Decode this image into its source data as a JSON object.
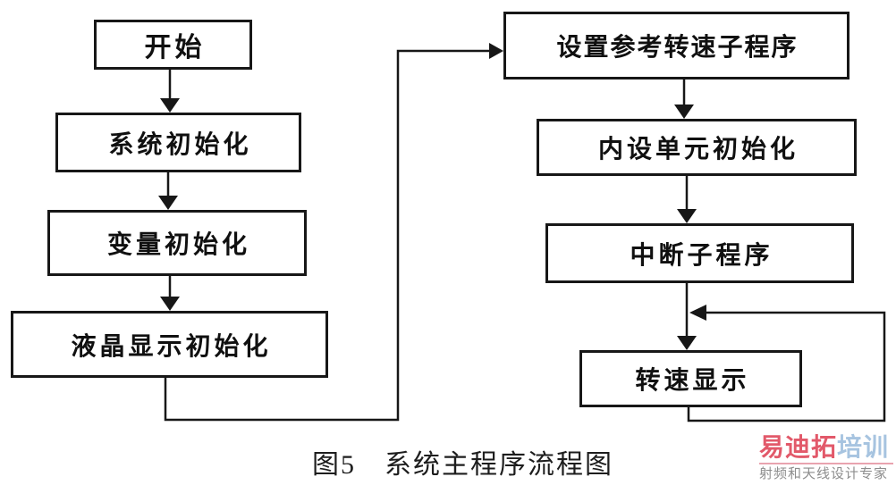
{
  "diagram": {
    "caption": "图5　系统主程序流程图",
    "nodes": {
      "start": "开始",
      "sys_init": "系统初始化",
      "var_init": "变量初始化",
      "lcd_init": "液晶显示初始化",
      "set_ref_speed": "设置参考转速子程序",
      "unit_init": "内设单元初始化",
      "interrupt_sub": "中断子程序",
      "speed_display": "转速显示"
    },
    "colors": {
      "line": "#171717",
      "box_border": "#171717",
      "text": "#101010",
      "background": "#ffffff"
    }
  },
  "watermark": {
    "brand_primary": "易迪拓",
    "brand_secondary": "培训",
    "tagline": "射频和天线设计专家",
    "colors": {
      "brand_primary": "#e2596a",
      "brand_secondary": "#a7c4e0",
      "underline": "#e9a3af",
      "tagline": "#8d8d8d"
    }
  }
}
